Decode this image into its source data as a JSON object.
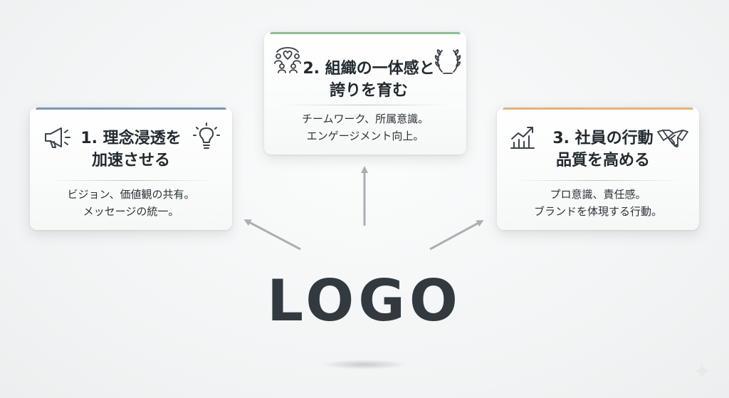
{
  "cards": [
    {
      "title_line1": "1. 理念浸透を",
      "title_line2": "加速させる",
      "desc_line1": "ビジョン、価値観の共有。",
      "desc_line2": "メッセージの統一。",
      "accent": "#7d95b0",
      "icons": [
        "megaphone-icon",
        "lightbulb-icon"
      ]
    },
    {
      "title_line1": "2. 組織の一体感と",
      "title_line2": "誇りを育む",
      "desc_line1": "チームワーク、所属意識。",
      "desc_line2": "エンゲージメント向上。",
      "accent": "#8fbf95",
      "icons": [
        "team-heart-icon",
        "laurel-wreath-icon"
      ]
    },
    {
      "title_line1": "3. 社員の行動",
      "title_line2": "品質を高める",
      "desc_line1": "プロ意識、責任感。",
      "desc_line2": "ブランドを体現する行動。",
      "accent": "#e3b27a",
      "icons": [
        "growth-chart-icon",
        "handshake-icon"
      ]
    }
  ],
  "logo": "LOGO",
  "colors": {
    "arrow": "#a9afb3",
    "text": "#222a30"
  }
}
